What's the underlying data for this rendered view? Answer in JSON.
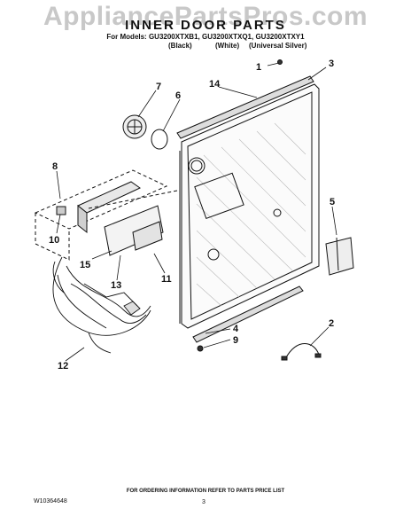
{
  "watermark": "AppliancePartsPros.com",
  "header": {
    "title": "INNER DOOR PARTS",
    "models_line": "For Models: GU3200XTXB1, GU3200XTXQ1, GU3200XTXY1",
    "colors": [
      "(Black)",
      "(White)",
      "(Universal Silver)"
    ]
  },
  "callouts": [
    "1",
    "2",
    "3",
    "4",
    "5",
    "6",
    "7",
    "8",
    "9",
    "10",
    "11",
    "12",
    "13",
    "14",
    "15"
  ],
  "footer": {
    "ordering_note": "FOR ORDERING INFORMATION REFER TO PARTS PRICE LIST",
    "document_number": "W10364648",
    "page_number": "3"
  }
}
